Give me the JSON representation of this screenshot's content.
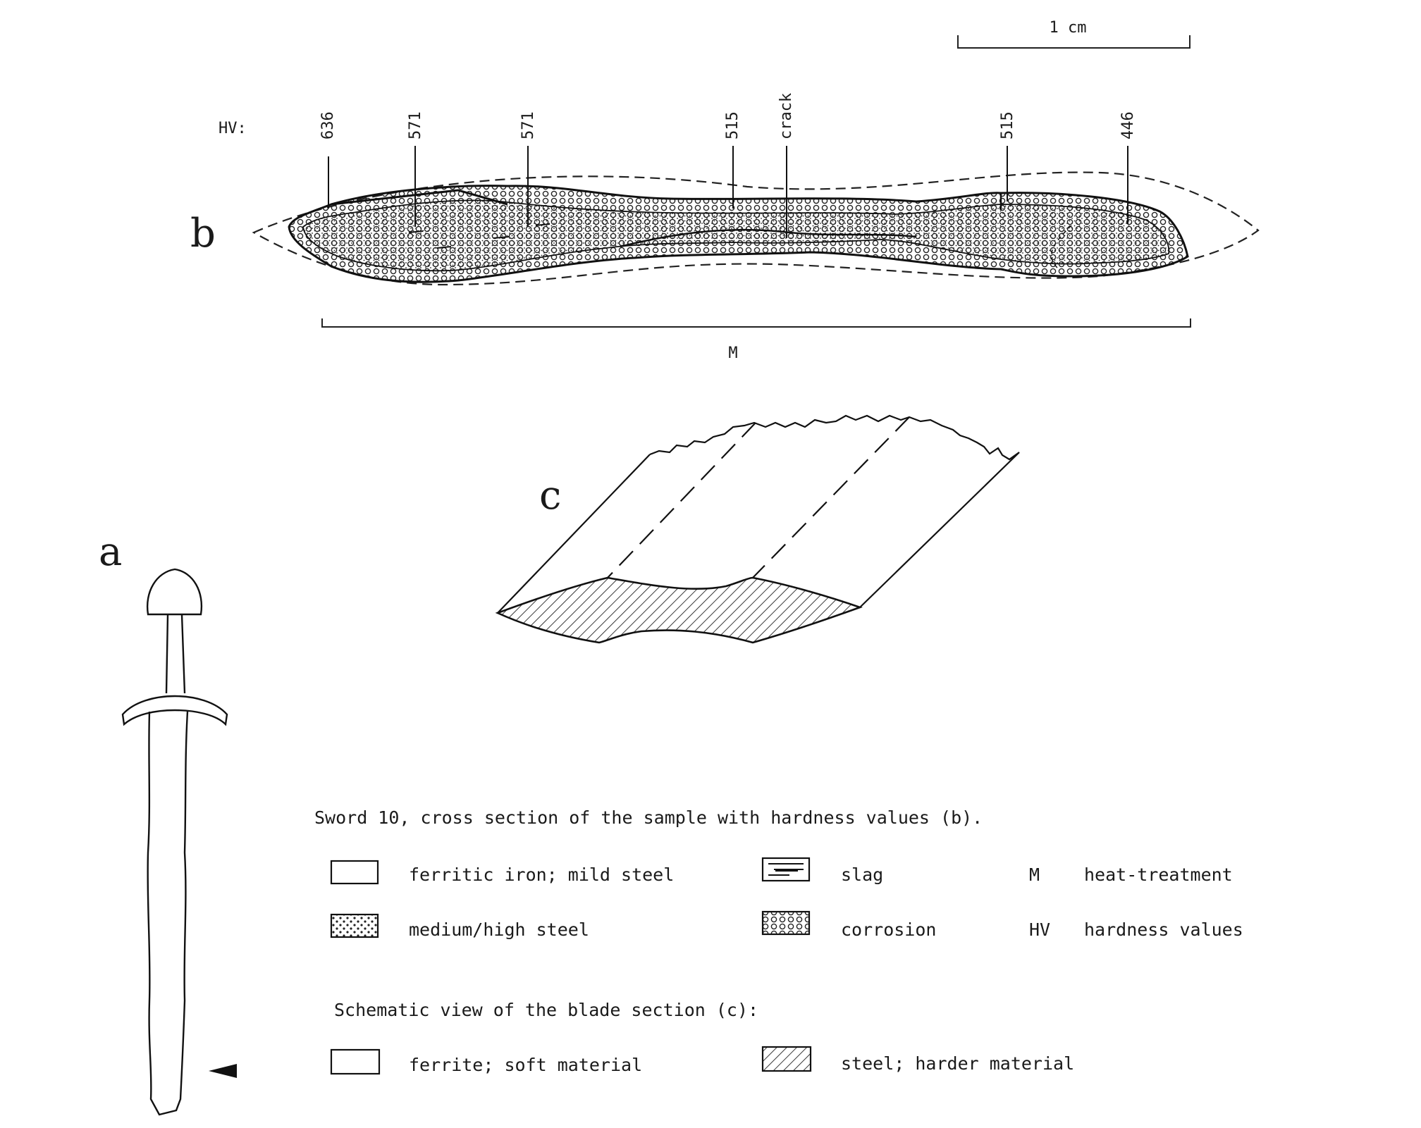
{
  "scale_bar": {
    "label": "1 cm"
  },
  "figure_b": {
    "letter": "b",
    "hv_prefix": "HV:",
    "hv_values": [
      "636",
      "571",
      "571",
      "515",
      "crack",
      "515",
      "446"
    ],
    "span_label": "M"
  },
  "figure_c": {
    "letter": "c"
  },
  "figure_a": {
    "letter": "a"
  },
  "caption": {
    "main": "Sword 10,  cross section of the sample with hardness values (b).",
    "schematic": "Schematic view of the blade section (c):"
  },
  "legend_b": [
    {
      "symbol": "blank",
      "text": "ferritic iron; mild steel"
    },
    {
      "symbol": "slag",
      "text": "slag"
    },
    {
      "symbol": "M",
      "text": "heat-treatment"
    },
    {
      "symbol": "dots",
      "text": "medium/high steel"
    },
    {
      "symbol": "circles",
      "text": "corrosion"
    },
    {
      "symbol": "HV",
      "text": "hardness values"
    }
  ],
  "legend_c": [
    {
      "symbol": "blank",
      "text": "ferrite; soft material"
    },
    {
      "symbol": "hatch",
      "text": "steel; harder material"
    }
  ]
}
